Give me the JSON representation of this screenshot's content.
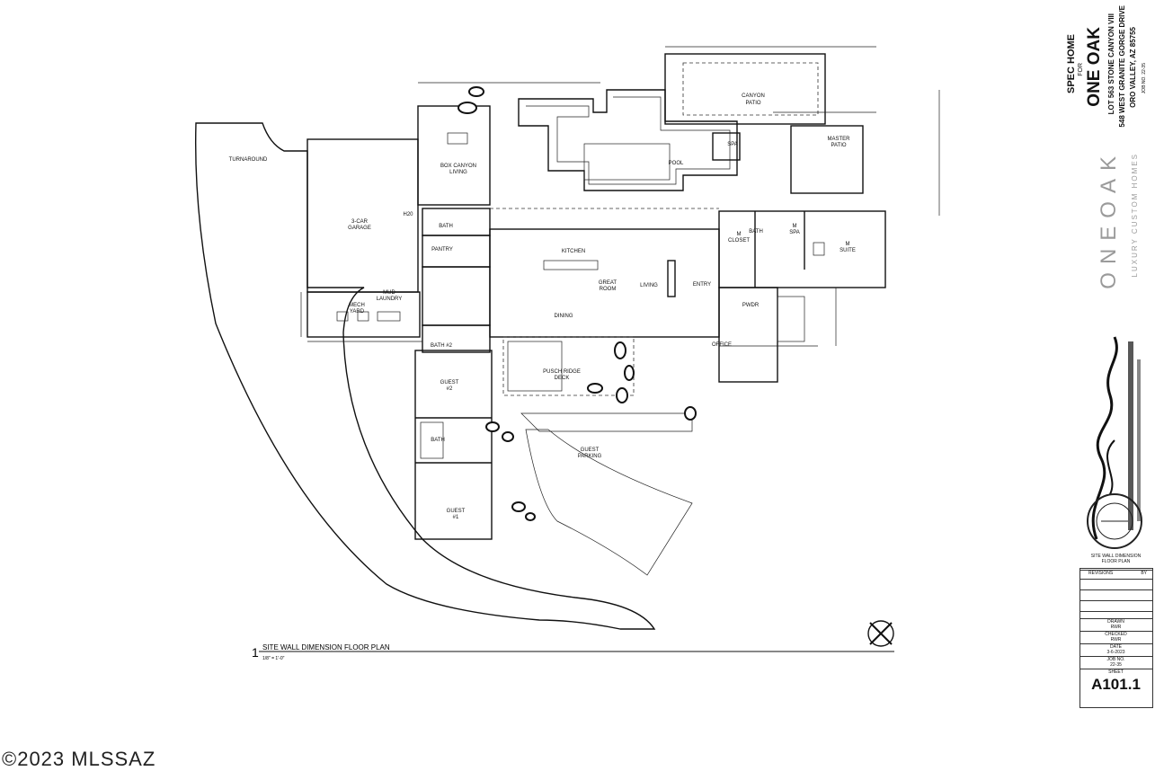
{
  "plan": {
    "rooms": {
      "turnaround": "TURNAROUND",
      "garage_1": "3-CAR",
      "garage_2": "GARAGE",
      "h20": "H20",
      "bath_box": "BATH",
      "box_canyon_1": "BOX CANYON",
      "box_canyon_2": "LIVING",
      "pantry": "PANTRY",
      "kitchen": "KITCHEN",
      "great_room_1": "GREAT",
      "great_room_2": "ROOM",
      "living": "LIVING",
      "entry": "ENTRY",
      "dining": "DINING",
      "mud_1": "MUD",
      "mud_2": "LAUNDRY",
      "mech_1": "MECH",
      "mech_2": "YARD",
      "guest2_1": "GUEST",
      "guest2_2": "#2",
      "guest1_1": "GUEST",
      "guest1_2": "#1",
      "bath_guest": "BATH",
      "bath_2": "BATH #2",
      "pusch_1": "PUSCH RIDGE",
      "pusch_2": "DECK",
      "guest_parking_1": "GUEST",
      "guest_parking_2": "PARKING",
      "pool": "POOL",
      "spa": "SPA",
      "canyon_patio_1": "CANYON",
      "canyon_patio_2": "PATIO",
      "master_patio_1": "MASTER",
      "master_patio_2": "PATIO",
      "m_closet_1": "M",
      "m_closet_2": "CLOSET",
      "m_bath": "BATH",
      "m_spa_1": "M",
      "m_spa_2": "SPA",
      "m_suite_1": "M",
      "m_suite_2": "SUITE",
      "pwdr": "PWDR",
      "office": "OFFICE"
    },
    "drawing_title": "SITE WALL DIMENSION FLOOR PLAN",
    "drawing_number": "1",
    "scale": "1/8\" = 1'-0\""
  },
  "titleblock": {
    "project_line1": "SPEC HOME",
    "project_line2": "FOR",
    "project_line3": "ONE OAK",
    "lot": "LOT 563 STONE CANYON VIII",
    "address1": "548 WEST GRANITE GORGE DRIVE",
    "address2": "ORO VALLEY, AZ 85755",
    "job_short": "JOB NO. 22-35",
    "brand": "ONEOAK",
    "brand_tag": "LUXURY CUSTOM HOMES",
    "sheet_title1": "SITE WALL DIMENSION",
    "sheet_title2": "FLOOR PLAN",
    "revisions": "REVISIONS",
    "by": "BY",
    "drawn_label": "DRAWN",
    "drawn": "RWR",
    "checked_label": "CHECKED",
    "checked": "RWR",
    "date_label": "DATE",
    "date": "3-6-2023",
    "job_label": "JOB NO.",
    "job": "22-35",
    "sheet_label": "SHEET",
    "sheet": "A101.1"
  },
  "watermark": "©2023 MLSSAZ"
}
